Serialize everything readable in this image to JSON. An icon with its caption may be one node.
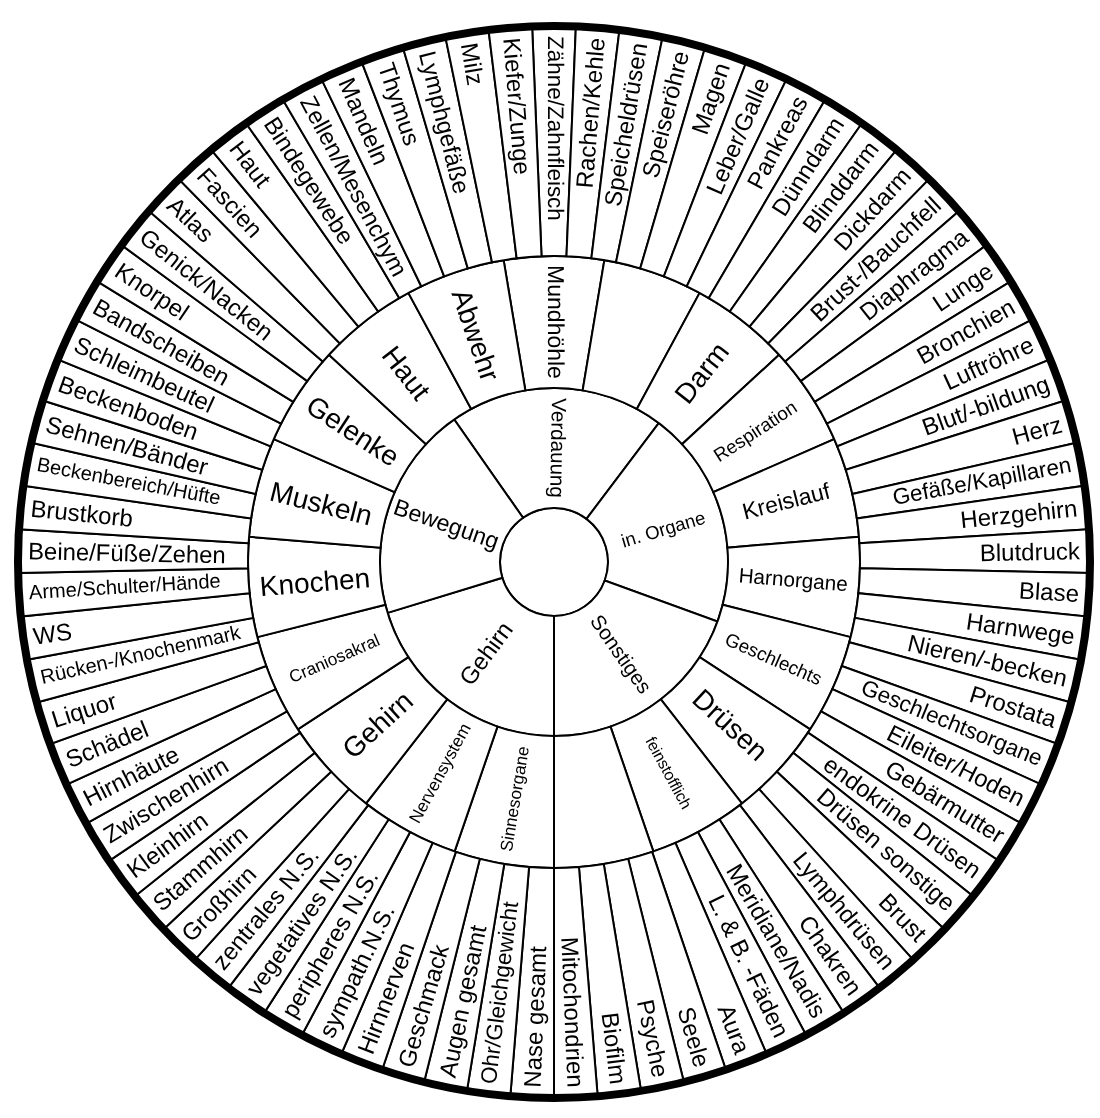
{
  "diagram": {
    "nodes": [
      {
        "text": [],
        "shape": "circle"
      },
      {
        "text": [
          "Verdauung"
        ]
      },
      {
        "text": [
          "in. Organe"
        ]
      },
      {
        "text": [
          "Sonstiges"
        ]
      },
      {
        "text": [
          "Gehirn"
        ]
      },
      {
        "text": [
          "Bewegung"
        ]
      },
      {
        "text": [
          "Mundhöhle"
        ]
      },
      {
        "text": [],
        "shape": "sector"
      },
      {
        "text": [
          "Darm"
        ]
      },
      {
        "text": [
          "Respiration"
        ]
      },
      {
        "text": [
          "Kreislauf"
        ]
      },
      {
        "text": [
          "Harnorgane"
        ]
      },
      {
        "text": [
          "Geschlechts"
        ]
      },
      {
        "text": [
          "Drüsen"
        ]
      },
      {
        "text": [
          "feinstofflich"
        ]
      },
      {
        "text": [],
        "shape": "sector"
      },
      {
        "text": [
          "Sinnesorgane"
        ]
      },
      {
        "text": [
          "Nervensystem"
        ]
      },
      {
        "text": [
          "Gehirn"
        ]
      },
      {
        "text": [
          "Craniosakral"
        ]
      },
      {
        "text": [
          "Knochen"
        ]
      },
      {
        "text": [
          "Muskeln"
        ]
      },
      {
        "text": [
          "Gelenke"
        ]
      },
      {
        "text": [
          "Haut"
        ]
      },
      {
        "text": [
          "Abwehr"
        ]
      },
      {
        "text": [
          "Zähne/Zahnfleisch"
        ]
      },
      {
        "text": [
          "Rachen/Kehle"
        ]
      },
      {
        "text": [
          "Speicheldrüsen"
        ]
      },
      {
        "text": [
          "Speiseröhre"
        ]
      },
      {
        "text": [
          "Magen"
        ]
      },
      {
        "text": [
          "Leber/Galle"
        ]
      },
      {
        "text": [
          "Pankreas"
        ]
      },
      {
        "text": [
          "Dünndarm"
        ]
      },
      {
        "text": [
          "Blinddarm"
        ]
      },
      {
        "text": [
          "Dickdarm"
        ]
      },
      {
        "text": [
          "Brust-/Bauchfell"
        ]
      },
      {
        "text": [
          "Diaphragma"
        ]
      },
      {
        "text": [
          "Lunge"
        ]
      },
      {
        "text": [
          "Bronchien"
        ]
      },
      {
        "text": [
          "Luftröhre"
        ]
      },
      {
        "text": [
          "Blut/-bildung"
        ]
      },
      {
        "text": [
          "Herz"
        ]
      },
      {
        "text": [
          "Gefäße/Kapillaren"
        ]
      },
      {
        "text": [
          "Herzgehirn"
        ]
      },
      {
        "text": [
          "Blutdruck"
        ]
      },
      {
        "text": [
          "Blase"
        ]
      },
      {
        "text": [
          "Harnwege"
        ]
      },
      {
        "text": [
          "Nieren/-becken"
        ]
      },
      {
        "text": [
          "Prostata"
        ]
      },
      {
        "text": [
          "Geschlechtsorgane"
        ]
      },
      {
        "text": [
          "Eileiter/Hoden"
        ]
      },
      {
        "text": [
          "Gebärmutter"
        ]
      },
      {
        "text": [
          "endokrine Drüsen"
        ]
      },
      {
        "text": [
          "Drüsen sonstige"
        ]
      },
      {
        "text": [
          "Brust"
        ]
      },
      {
        "text": [
          "Lymphdrüsen"
        ]
      },
      {
        "text": [
          "Chakren"
        ]
      },
      {
        "text": [
          "Meridiane/Nadis"
        ]
      },
      {
        "text": [
          "L. & B. -Fäden"
        ]
      },
      {
        "text": [
          "Aura"
        ]
      },
      {
        "text": [
          "Seele"
        ]
      },
      {
        "text": [
          "Psyche"
        ]
      },
      {
        "text": [
          "Biofilm"
        ]
      },
      {
        "text": [
          "Mitochondrien"
        ]
      },
      {
        "text": [
          "Nase gesamt"
        ]
      },
      {
        "text": [
          "Ohr/Gleichgewicht"
        ]
      },
      {
        "text": [
          "Augen gesamt"
        ]
      },
      {
        "text": [
          "Geschmack"
        ]
      },
      {
        "text": [
          "Hirnnerven"
        ]
      },
      {
        "text": [
          "sympath.N.S."
        ]
      },
      {
        "text": [
          "peripheres N.S."
        ]
      },
      {
        "text": [
          "vegetatives N.S."
        ]
      },
      {
        "text": [
          "zentrales N.S."
        ]
      },
      {
        "text": [
          "Großhirn"
        ]
      },
      {
        "text": [
          "Stammhirn"
        ]
      },
      {
        "text": [
          "Kleinhirn"
        ]
      },
      {
        "text": [
          "Zwischenhirn"
        ]
      },
      {
        "text": [
          "Hirnhäute"
        ]
      },
      {
        "text": [
          "Schädel"
        ]
      },
      {
        "text": [
          "Liquor"
        ]
      },
      {
        "text": [
          "Rücken-/Knochenmark"
        ]
      },
      {
        "text": [
          "WS"
        ]
      },
      {
        "text": [
          "Arme/Schulter/Hände"
        ]
      },
      {
        "text": [
          "Beine/Füße/Zehen"
        ]
      },
      {
        "text": [
          "Brustkorb"
        ]
      },
      {
        "text": [
          "Beckenbereich/Hüfte"
        ]
      },
      {
        "text": [
          "Sehnen/Bänder"
        ]
      },
      {
        "text": [
          "Beckenboden"
        ]
      },
      {
        "text": [
          "Schleimbeutel"
        ]
      },
      {
        "text": [
          "Bandscheiben"
        ]
      },
      {
        "text": [
          "Knorpel"
        ]
      },
      {
        "text": [
          "Genick/Nacken"
        ]
      },
      {
        "text": [
          "Atlas"
        ]
      },
      {
        "text": [
          "Fascien"
        ]
      },
      {
        "text": [
          "Haut"
        ]
      },
      {
        "text": [
          "Bindegewebe"
        ]
      },
      {
        "text": [
          "Zellen/Mesenchym"
        ]
      },
      {
        "text": [
          "Mandeln"
        ]
      },
      {
        "text": [
          "Thymus"
        ]
      },
      {
        "text": [
          "Lymphgefäße"
        ]
      },
      {
        "text": [
          "Milz"
        ]
      },
      {
        "text": [
          "Kiefer/Zunge"
        ]
      }
    ]
  }
}
